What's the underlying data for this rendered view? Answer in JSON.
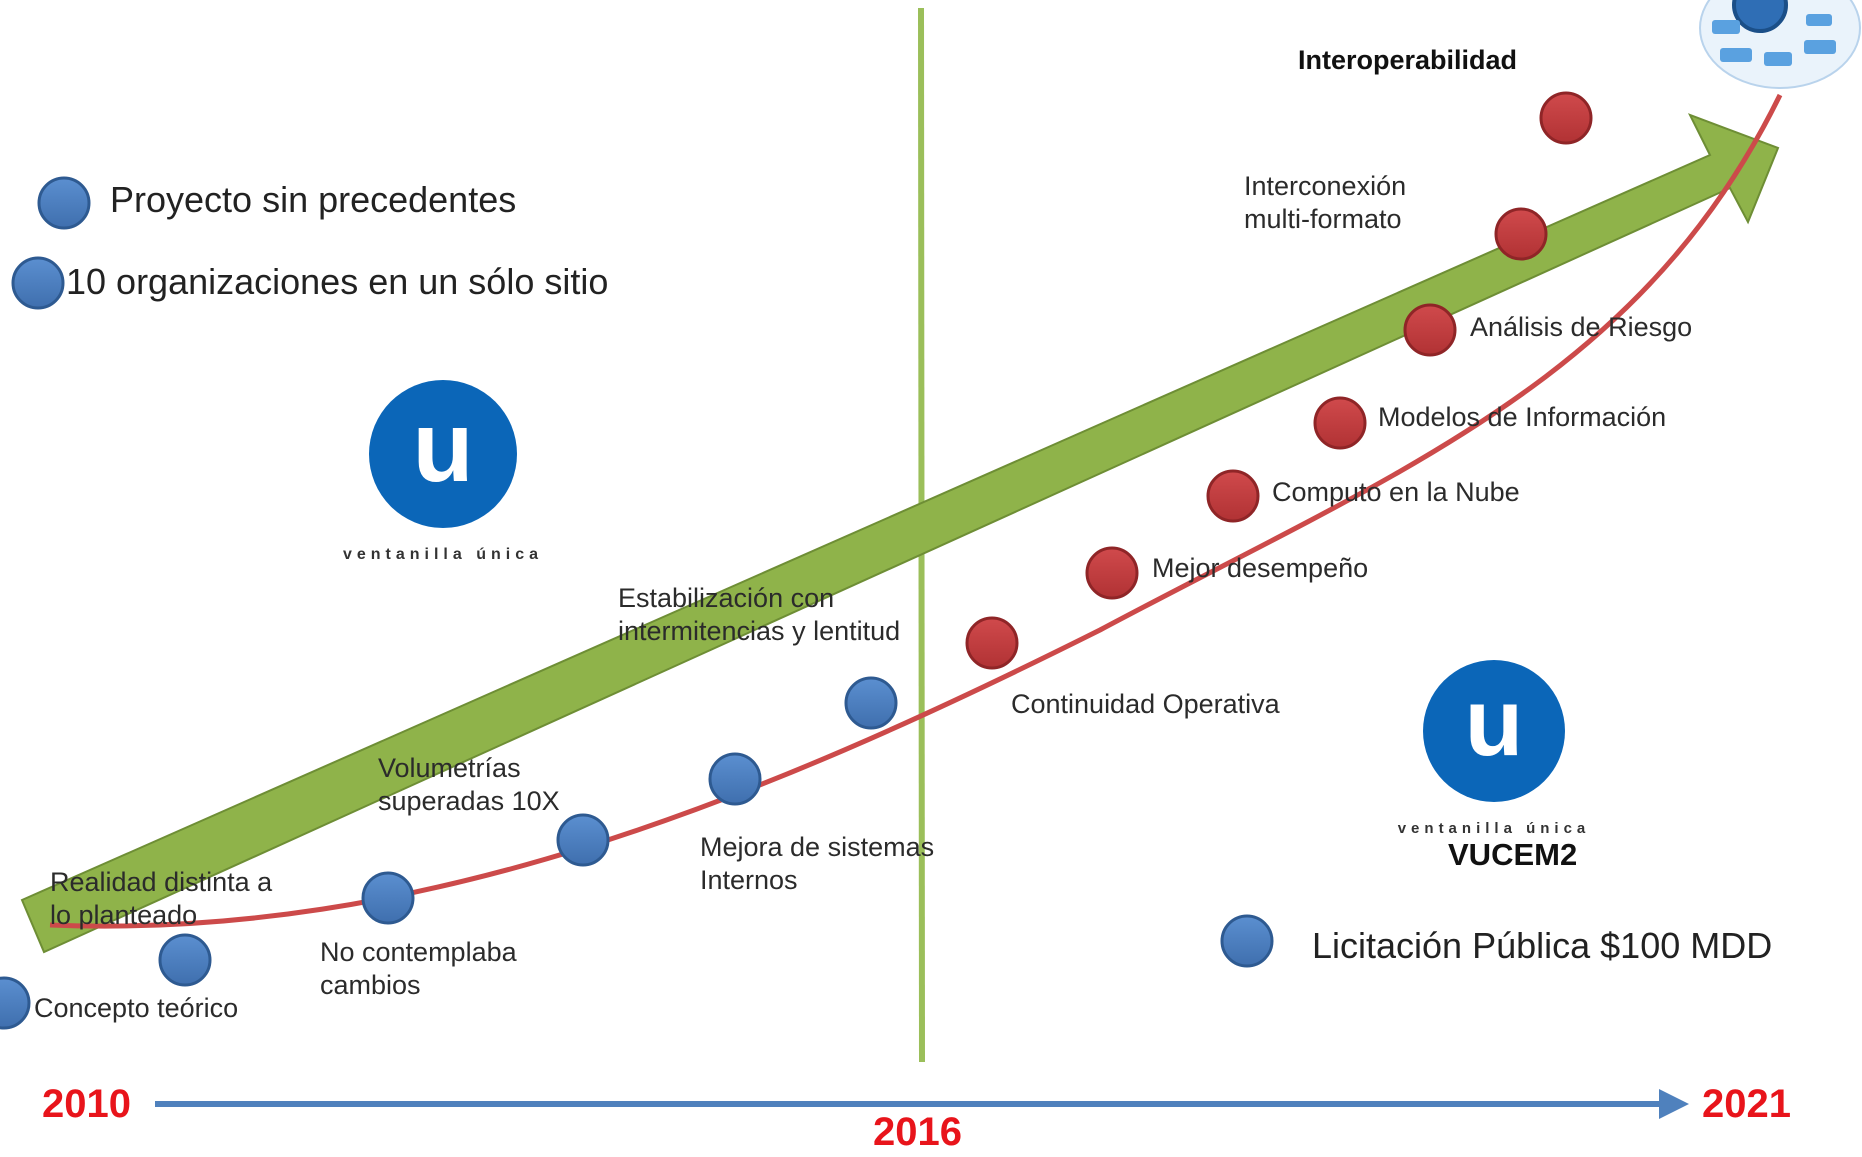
{
  "legend": {
    "item1": "Proyecto sin precedentes",
    "item2": "10 organizaciones en un sólo sitio"
  },
  "logo": {
    "letter": "u",
    "brand": "ventanilla única"
  },
  "vucem2": {
    "label": "VUCEM2",
    "bid": "Licitación Pública $100 MDD"
  },
  "phase1_labels": {
    "concepto": "Concepto teórico",
    "realidad": "Realidad distinta a\nlo planteado",
    "no_contemplaba": "No contemplaba\ncambios",
    "volumetrias": "Volumetrías\nsuperadas 10X",
    "mejora": "Mejora de sistemas\nInternos",
    "estabilizacion": "Estabilización con\nintermitencias y lentitud"
  },
  "phase2_labels": {
    "continuidad": "Continuidad Operativa",
    "desempeno": "Mejor desempeño",
    "nube": "Computo en la Nube",
    "modelos": "Modelos de Información",
    "riesgo": "Análisis de Riesgo",
    "interconexion": "Interconexión\nmulti-formato",
    "interoperabilidad": "Interoperabilidad"
  },
  "timeline": {
    "start": "2010",
    "middle": "2016",
    "end": "2021"
  },
  "colors": {
    "blue_dot": "#4a7ebf",
    "red_dot": "#c0393b",
    "green_arrow": "#8fb34a",
    "curve": "#cc4a4a",
    "divider": "#9bbf5a",
    "timeline": "#4f81bd",
    "year": "#e8141b",
    "logo_blue": "#0b66b8"
  }
}
